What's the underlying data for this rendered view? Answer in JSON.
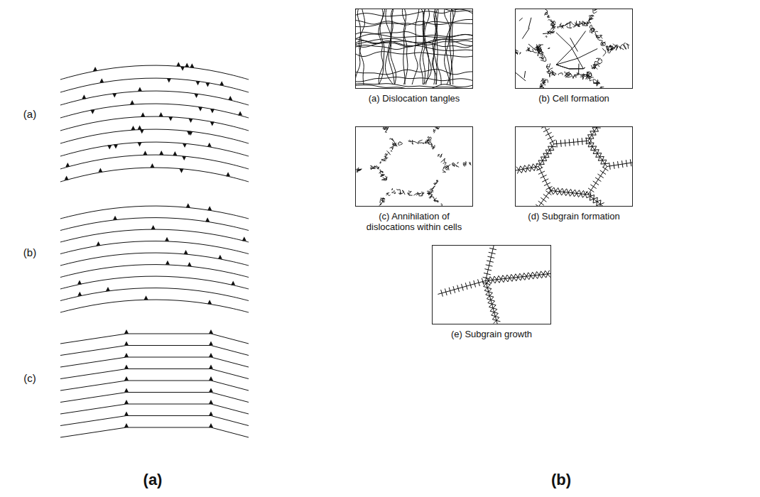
{
  "diagram": {
    "nodes": [
      {
        "text": [
          "(a) Dislocation tangles"
        ]
      },
      {
        "text": [
          "(b) Cell formation"
        ]
      },
      {
        "text": [
          "(c) Annihilation of dislocations within cells"
        ]
      },
      {
        "text": [
          "(d) Subgrain formation"
        ]
      },
      {
        "text": [
          "(e) Subgrain growth"
        ]
      }
    ],
    "labels": [
      "(a)",
      "(b)",
      "(c)",
      "(a)",
      "(b)"
    ]
  }
}
